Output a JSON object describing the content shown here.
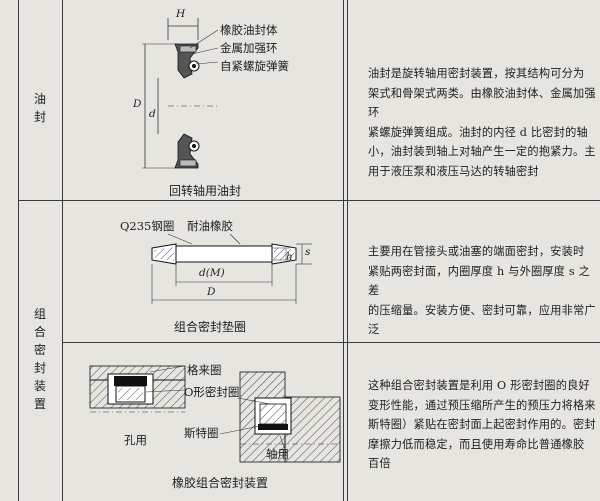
{
  "rows": [
    {
      "category": "油封",
      "figure": {
        "caption": "回转轴用油封",
        "labels": [
          "橡胶油封体",
          "金属加强环",
          "自紧螺旋弹簧"
        ],
        "dims": [
          "H",
          "D",
          "d"
        ]
      },
      "description": [
        "油封是旋转轴用密封装置，按其结构可分为",
        "架式和骨架式两类。由橡胶油封体、金属加强环",
        "紧螺旋弹簧组成。油封的内径 d 比密封的轴",
        "小，油封装到轴上对轴产生一定的抱紧力。主",
        "用于液压泵和液压马达的转轴密封"
      ]
    },
    {
      "category": "组合密封装置",
      "figure": {
        "caption": "组合密封垫圈",
        "labels": [
          "Q235钢圈",
          "耐油橡胶"
        ],
        "dims": [
          "h",
          "s",
          "d(M)",
          "D"
        ]
      },
      "description": [
        "主要用在管接头或油塞的端面密封，安装时",
        "紧贴两密封面，内圈厚度 h 与外圈厚度 s 之差",
        "的压缩量。安装方便、密封可靠，应用非常广泛"
      ]
    },
    {
      "figure": {
        "caption": "橡胶组合密封装置",
        "labels": [
          "格来圈",
          "O形密封圈",
          "孔用",
          "斯特圈",
          "轴用"
        ]
      },
      "description": [
        "这种组合密封装置是利用 O 形密封圈的良好",
        "变形性能，通过预压缩所产生的预压力将格来",
        "斯特圈）紧贴在密封面上起密封作用的。密封",
        "摩擦力低而稳定，而且使用寿命比普通橡胶",
        "百倍"
      ]
    }
  ]
}
